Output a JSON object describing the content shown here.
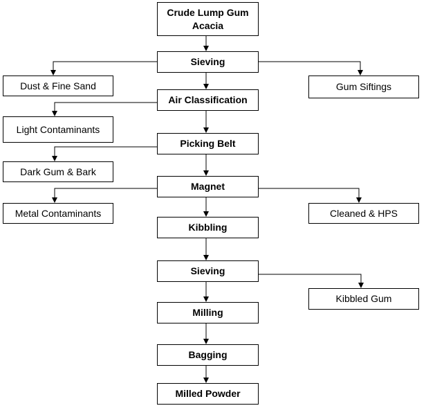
{
  "diagram": {
    "process_steps": {
      "crude_line1": "Crude Lump Gum",
      "crude_line2": "Acacia",
      "sieving_1": "Sieving",
      "air_classification": "Air Classification",
      "picking_belt": "Picking Belt",
      "magnet": "Magnet",
      "kibbling": "Kibbling",
      "sieving_2": "Sieving",
      "milling": "Milling",
      "bagging": "Bagging",
      "milled_powder": "Milled Powder"
    },
    "side_outputs": {
      "dust_fine_sand": "Dust & Fine Sand",
      "light_contaminants": "Light Contaminants",
      "dark_gum_bark": "Dark Gum & Bark",
      "metal_contaminants": "Metal Contaminants",
      "gum_siftings": "Gum Siftings",
      "cleaned_hps": "Cleaned & HPS",
      "kibbled_gum": "Kibbled Gum"
    }
  }
}
